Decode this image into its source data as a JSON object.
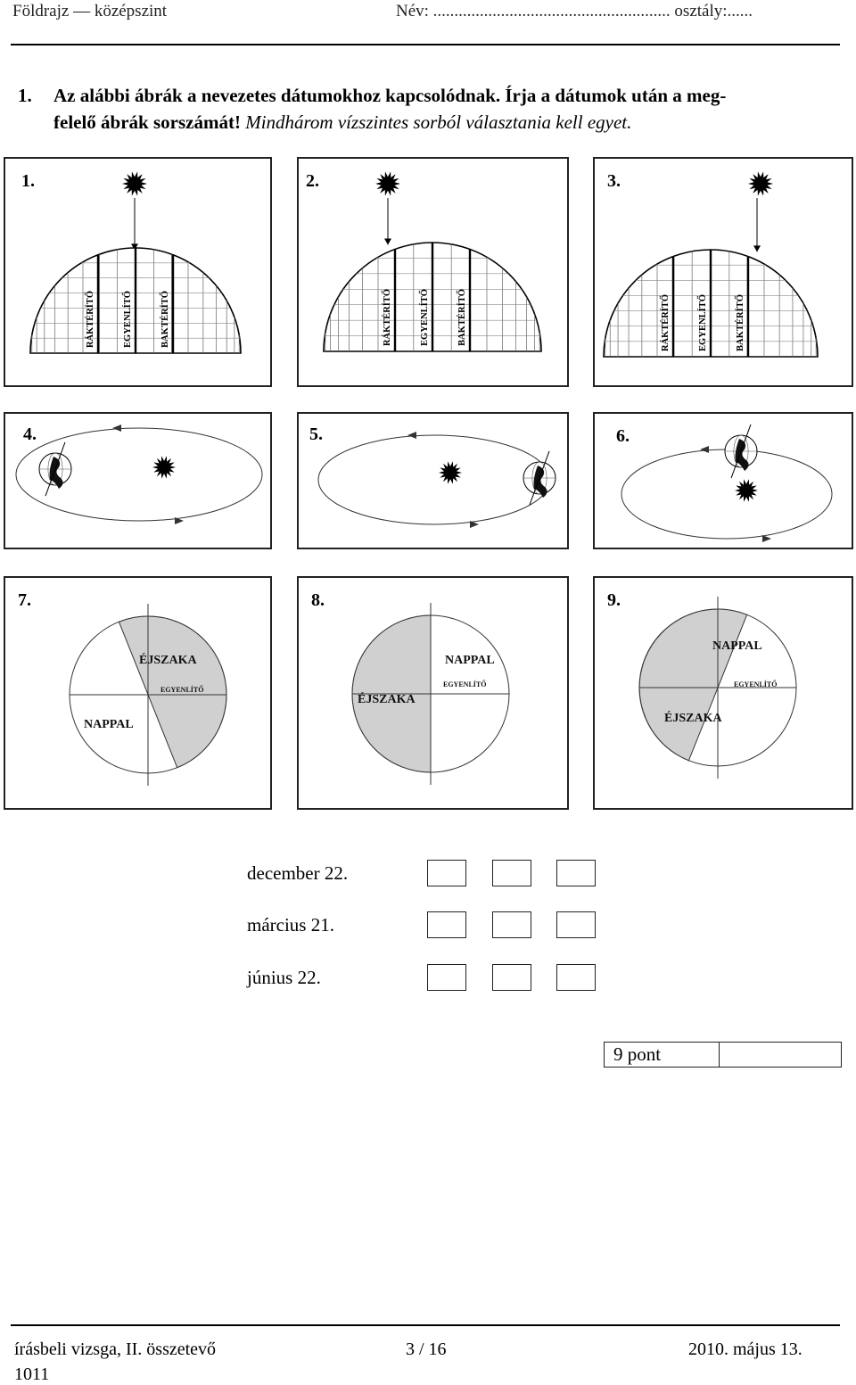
{
  "header": {
    "subject": "Földrajz — középszint",
    "name_field": "Név: ........................................................ osztály:......"
  },
  "question": {
    "number": "1.",
    "line1": "Az alábbi ábrák a nevezetes dátumokhoz kapcsolódnak. Írja a dátumok után a meg-",
    "line2_bold": "felelő ábrák sorszámát!",
    "line2_italic": "Mindhárom vízszintes sorból választania kell egyet."
  },
  "panels": [
    {
      "label": "1."
    },
    {
      "label": "2."
    },
    {
      "label": "3."
    },
    {
      "label": "4."
    },
    {
      "label": "5."
    },
    {
      "label": "6."
    },
    {
      "label": "7."
    },
    {
      "label": "8."
    },
    {
      "label": "9."
    }
  ],
  "globe_labels": {
    "rak": "RÁKTÉRÍTŐ",
    "egy": "EGYENLÍTŐ",
    "bak": "BAKTÉRÍTŐ"
  },
  "disc_labels": {
    "night": "ÉJSZAKA",
    "day": "NAPPAL",
    "equator": "EGYENLÍTŐ"
  },
  "answers": [
    {
      "date": "december 22."
    },
    {
      "date": "március 21."
    },
    {
      "date": "június 22."
    }
  ],
  "score": {
    "label": "9 pont"
  },
  "footer": {
    "left": "írásbeli vizsga, II. összetevő",
    "code": "1011",
    "center": "3 / 16",
    "right": "2010. május 13."
  }
}
